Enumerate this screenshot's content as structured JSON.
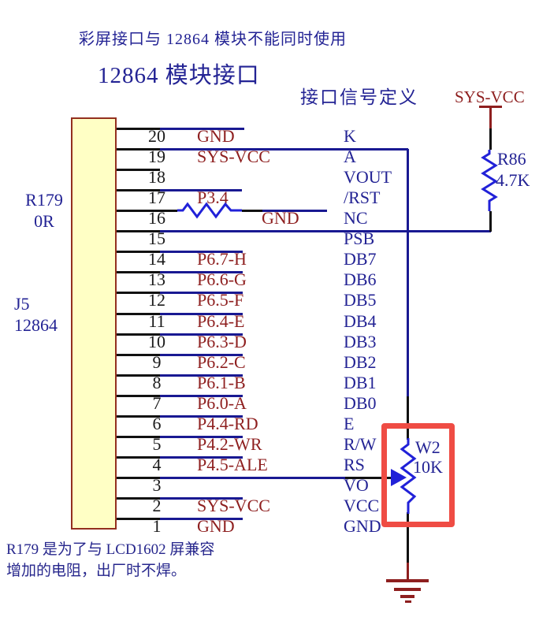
{
  "titles": {
    "top_note": "彩屏接口与 12864 模块不能同时使用",
    "heading": "12864 模块接口",
    "signal_header": "接口信号定义"
  },
  "power": {
    "label": "SYS-VCC"
  },
  "connector": {
    "ref": "J5",
    "label": "12864"
  },
  "resistor_r179": {
    "ref": "R179",
    "value": "0R",
    "net_label": "GND"
  },
  "resistor_r86": {
    "ref": "R86",
    "value": "4.7K"
  },
  "pot_w2": {
    "ref": "W2",
    "value": "10K"
  },
  "note": {
    "line1": "R179 是为了与 LCD1602 屏兼容",
    "line2": "增加的电阻，出厂时不焊。"
  },
  "colors": {
    "wire_blue": "#191992",
    "component_blue": "#2121d8",
    "text_blue": "#232394",
    "dark_red": "#8e1f1f",
    "highlight_red": "#ef4c44",
    "connector_fill": "#ffffc5",
    "connector_border": "#93301f"
  },
  "pins": [
    {
      "number": "20",
      "name": "GND",
      "signal": "K"
    },
    {
      "number": "19",
      "name": "SYS-VCC",
      "signal": "A"
    },
    {
      "number": "18",
      "name": "",
      "signal": "VOUT"
    },
    {
      "number": "17",
      "name": "P3.4",
      "signal": "/RST"
    },
    {
      "number": "16",
      "name": "",
      "signal": "NC"
    },
    {
      "number": "15",
      "name": "",
      "signal": "PSB"
    },
    {
      "number": "14",
      "name": "P6.7-H",
      "signal": "DB7"
    },
    {
      "number": "13",
      "name": "P6.6-G",
      "signal": "DB6"
    },
    {
      "number": "12",
      "name": "P6.5-F",
      "signal": "DB5"
    },
    {
      "number": "11",
      "name": "P6.4-E",
      "signal": "DB4"
    },
    {
      "number": "10",
      "name": "P6.3-D",
      "signal": "DB3"
    },
    {
      "number": "9",
      "name": "P6.2-C",
      "signal": "DB2"
    },
    {
      "number": "8",
      "name": "P6.1-B",
      "signal": "DB1"
    },
    {
      "number": "7",
      "name": "P6.0-A",
      "signal": "DB0"
    },
    {
      "number": "6",
      "name": "P4.4-RD",
      "signal": "E"
    },
    {
      "number": "5",
      "name": "P4.2-WR",
      "signal": "R/W"
    },
    {
      "number": "4",
      "name": "P4.5-ALE",
      "signal": "RS"
    },
    {
      "number": "3",
      "name": "",
      "signal": "VO"
    },
    {
      "number": "2",
      "name": "SYS-VCC",
      "signal": "VCC"
    },
    {
      "number": "1",
      "name": "GND",
      "signal": "GND"
    }
  ]
}
